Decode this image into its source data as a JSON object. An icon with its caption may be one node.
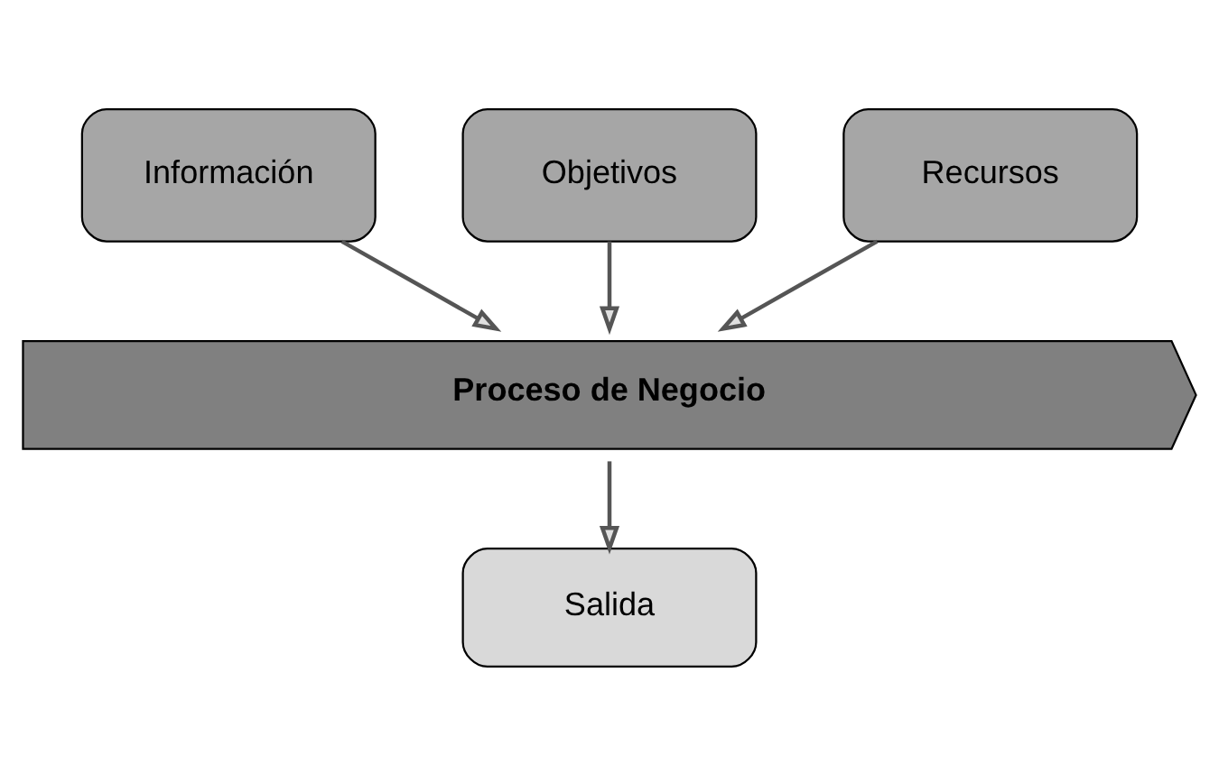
{
  "diagram": {
    "nodes": [
      {
        "text": [
          "Información"
        ]
      },
      {
        "text": [
          "Objetivos"
        ]
      },
      {
        "text": [
          "Recursos"
        ]
      },
      {
        "text": [
          "Proceso de Negocio"
        ]
      },
      {
        "text": [
          "Salida"
        ]
      }
    ],
    "edges": [
      {
        "from": 0,
        "to": 3,
        "arrow": "to"
      },
      {
        "from": 1,
        "to": 3,
        "arrow": "to"
      },
      {
        "from": 2,
        "to": 3,
        "arrow": "to"
      },
      {
        "from": 3,
        "to": 4,
        "arrow": "to"
      }
    ]
  }
}
